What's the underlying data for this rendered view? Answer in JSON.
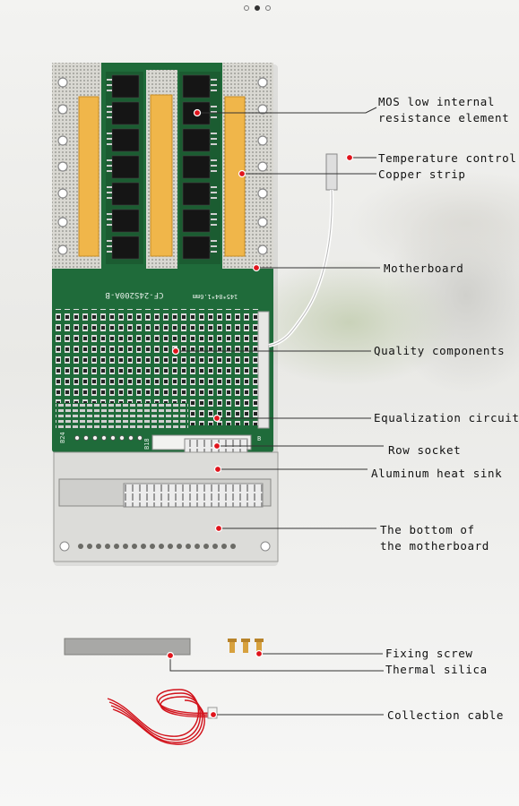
{
  "carousel": {
    "dots": 3,
    "active_index": 1
  },
  "board": {
    "silk_model": "CF-24S200A-B",
    "silk_size": "145*84*1.6mm",
    "silk_b24": "B24",
    "silk_b18": "B18",
    "silk_b": "B"
  },
  "labels": {
    "mos": "MOS low internal",
    "mos2": "resistance element",
    "temp": "Temperature control",
    "copper": "Copper strip",
    "motherboard": "Motherboard",
    "quality": "Quality components",
    "equalization": "Equalization circuit",
    "row_socket": "Row socket",
    "heat_sink": "Aluminum heat sink",
    "bottom1": "The bottom of",
    "bottom2": "the motherboard",
    "screw": "Fixing screw",
    "silica": "Thermal silica",
    "cable": "Collection cable"
  },
  "colors": {
    "pcb_green": "#1f6b3a",
    "copper_strip": "#f0b64a",
    "marker_red": "#e0141c"
  }
}
